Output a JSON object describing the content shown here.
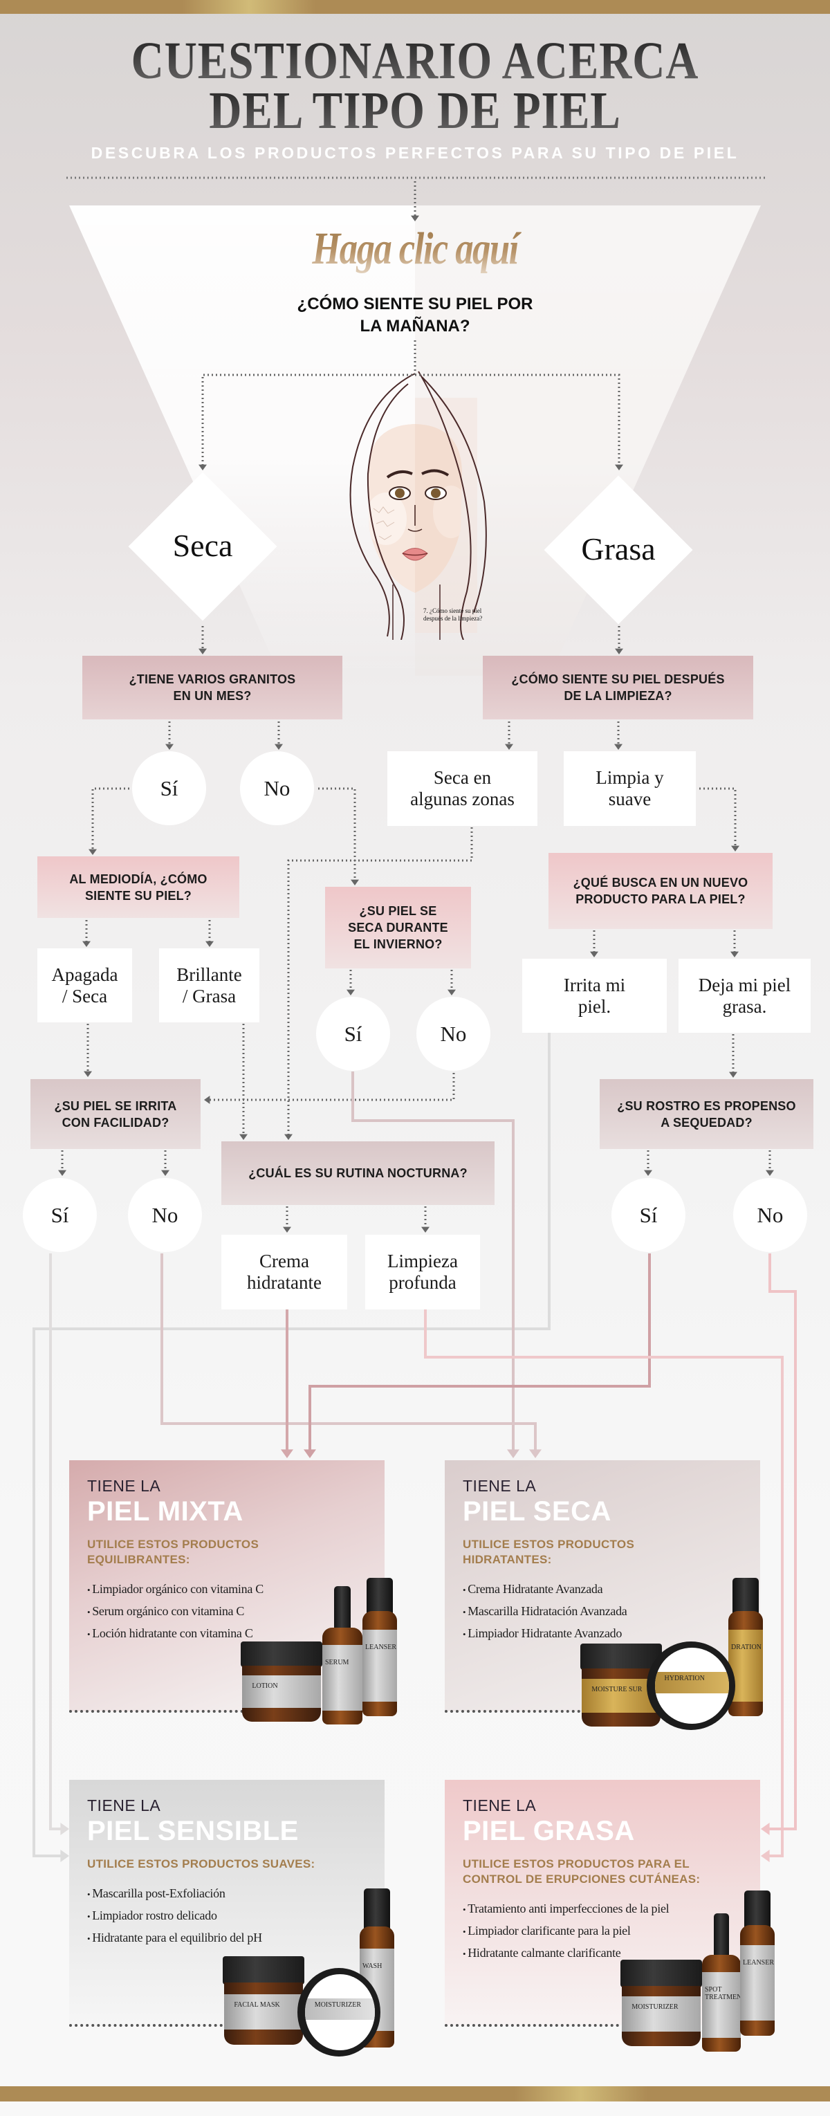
{
  "header": {
    "title_line1": "CUESTIONARIO ACERCA",
    "title_line2": "DEL TIPO DE PIEL",
    "subtitle": "DESCUBRA LOS PRODUCTOS PERFECTOS PARA SU TIPO DE PIEL"
  },
  "intro": {
    "cta": "Haga clic aquí",
    "question": "¿CÓMO SIENTE SU PIEL POR\nLA MAÑANA?",
    "face_note": "7.        ¿Cómo siente su piel\ndespués de la limpieza?"
  },
  "quiz": {
    "morning_options": {
      "dry": "Seca",
      "oily": "Grasa"
    },
    "q_pimples": "¿TIENE VARIOS GRANITOS\nEN UN MES?",
    "q_after_cleansing": "¿CÓMO SIENTE SU PIEL DESPUÉS\nDE LA LIMPIEZA?",
    "pimples_yes": "Sí",
    "pimples_no": "No",
    "a_dry_areas": "Seca en\nalgunas zonas",
    "a_clean_soft": "Limpia y\nsuave",
    "q_midday": "AL MEDIODÍA, ¿CÓMO\nSIENTE SU PIEL?",
    "q_winter": "¿SU  PIEL SE\nSECA DURANTE\nEL INVIERNO?",
    "q_new_product": "¿QUÉ BUSCA EN UN NUEVO\nPRODUCTO PARA LA PIEL?",
    "a_dull_dry": "Apagada\n/ Seca",
    "a_shiny_oily": "Brillante\n/ Grasa",
    "winter_yes": "Sí",
    "winter_no": "No",
    "a_irritates": "Irrita mi\npiel.",
    "a_leaves_oily": "Deja mi piel\ngrasa.",
    "q_irritates": "¿SU PIEL SE IRRITA\nCON FACILIDAD?",
    "q_night_routine": "¿CUÁL ES SU RUTINA NOCTURNA?",
    "q_prone_dryness": "¿SU ROSTRO ES PROPENSO\nA SEQUEDAD?",
    "irritates_yes": "Sí",
    "irritates_no": "No",
    "a_moisturizer": "Crema\nhidratante",
    "a_deep_cleansing": "Limpieza\nprofunda",
    "dryness_yes": "Sí",
    "dryness_no": "No"
  },
  "results": [
    {
      "pre": "TIENE LA",
      "skin": "PIEL MIXTA",
      "use": "UTILICE ESTOS PRODUCTOS\nEQUILIBRANTES:",
      "items": [
        "Limpiador orgánico con vitamina C",
        "Serum orgánico con vitamina C",
        "Loción hidratante con vitamina C"
      ],
      "products": [
        "LOTION",
        "SERUM",
        "LEANSER"
      ]
    },
    {
      "pre": "TIENE LA",
      "skin": "PIEL SECA",
      "use": "UTILICE ESTOS PRODUCTOS\nHIDRATANTES:",
      "items": [
        "Crema Hidratante Avanzada",
        "Mascarilla Hidratación Avanzada",
        "Limpiador Hidratante Avanzado"
      ],
      "products": [
        "MOISTURE SUR",
        "HYDRATION",
        "DRATION"
      ]
    },
    {
      "pre": "TIENE LA",
      "skin": "PIEL SENSIBLE",
      "use": "UTILICE ESTOS PRODUCTOS SUAVES:",
      "items": [
        "Mascarilla post-Exfoliación",
        "Limpiador rostro delicado",
        "Hidratante para el equilibrio del pH"
      ],
      "products": [
        "FACIAL MASK",
        "MOISTURIZER",
        "WASH"
      ]
    },
    {
      "pre": "TIENE LA",
      "skin": "PIEL GRASA",
      "use": "UTILICE ESTOS PRODUCTOS PARA EL\nCONTROL DE ERUPCIONES CUTÁNEAS:",
      "items": [
        "Tratamiento anti imperfecciones de la piel",
        "Limpiador clarificante para la piel",
        "Hidratante calmante clarificante"
      ],
      "products": [
        "MOISTURIZER",
        "SPOT TREATMEN",
        "LEANSER"
      ]
    }
  ],
  "colors": {
    "gold": "#ad8b55",
    "accent_text": "#a37d4d",
    "question_rose": "#d9b9bc",
    "question_pink": "#efc7c9",
    "question_mauve": "#d9c7c8",
    "connector_dotted": "#666666"
  }
}
